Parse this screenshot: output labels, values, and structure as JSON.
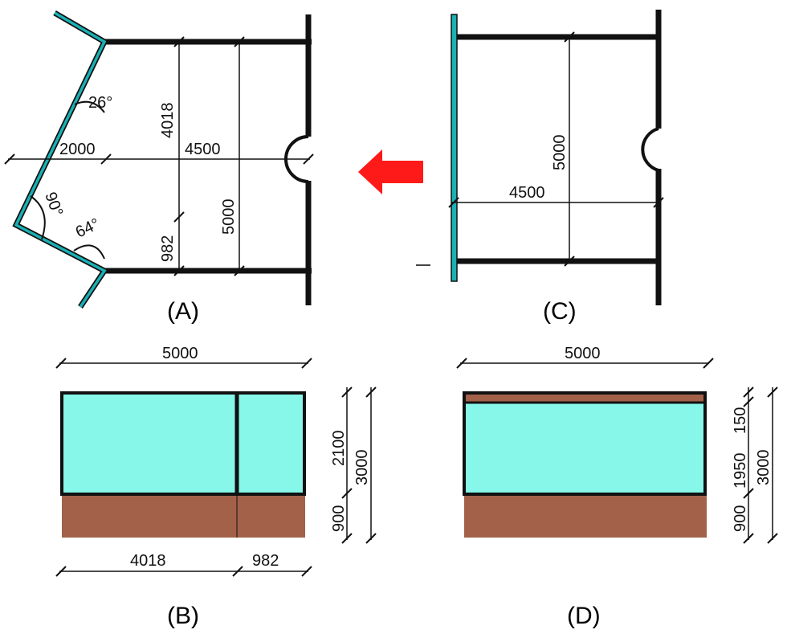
{
  "colors": {
    "wall": "#111111",
    "glazing_edge": "#1ab0b4",
    "glass": "#86f7e8",
    "spandrel": "#a3614a"
  },
  "panel_a": {
    "caption": "(A)",
    "dims": {
      "d4018": "4018",
      "d2000": "2000",
      "d4500": "4500",
      "d5000": "5000",
      "d982": "982",
      "a26": "26°",
      "a90": "90°",
      "a64": "64°"
    }
  },
  "panel_c": {
    "caption": "(C)",
    "dims": {
      "d5000": "5000",
      "d4500": "4500"
    }
  },
  "panel_b": {
    "caption": "(B)",
    "dims": {
      "top": "5000",
      "h2100": "2100",
      "h3000": "3000",
      "h900": "900",
      "w4018": "4018",
      "w982": "982"
    }
  },
  "panel_d": {
    "caption": "(D)",
    "dims": {
      "top": "5000",
      "h150": "150",
      "h1950": "1950",
      "h3000": "3000",
      "h900": "900"
    }
  }
}
